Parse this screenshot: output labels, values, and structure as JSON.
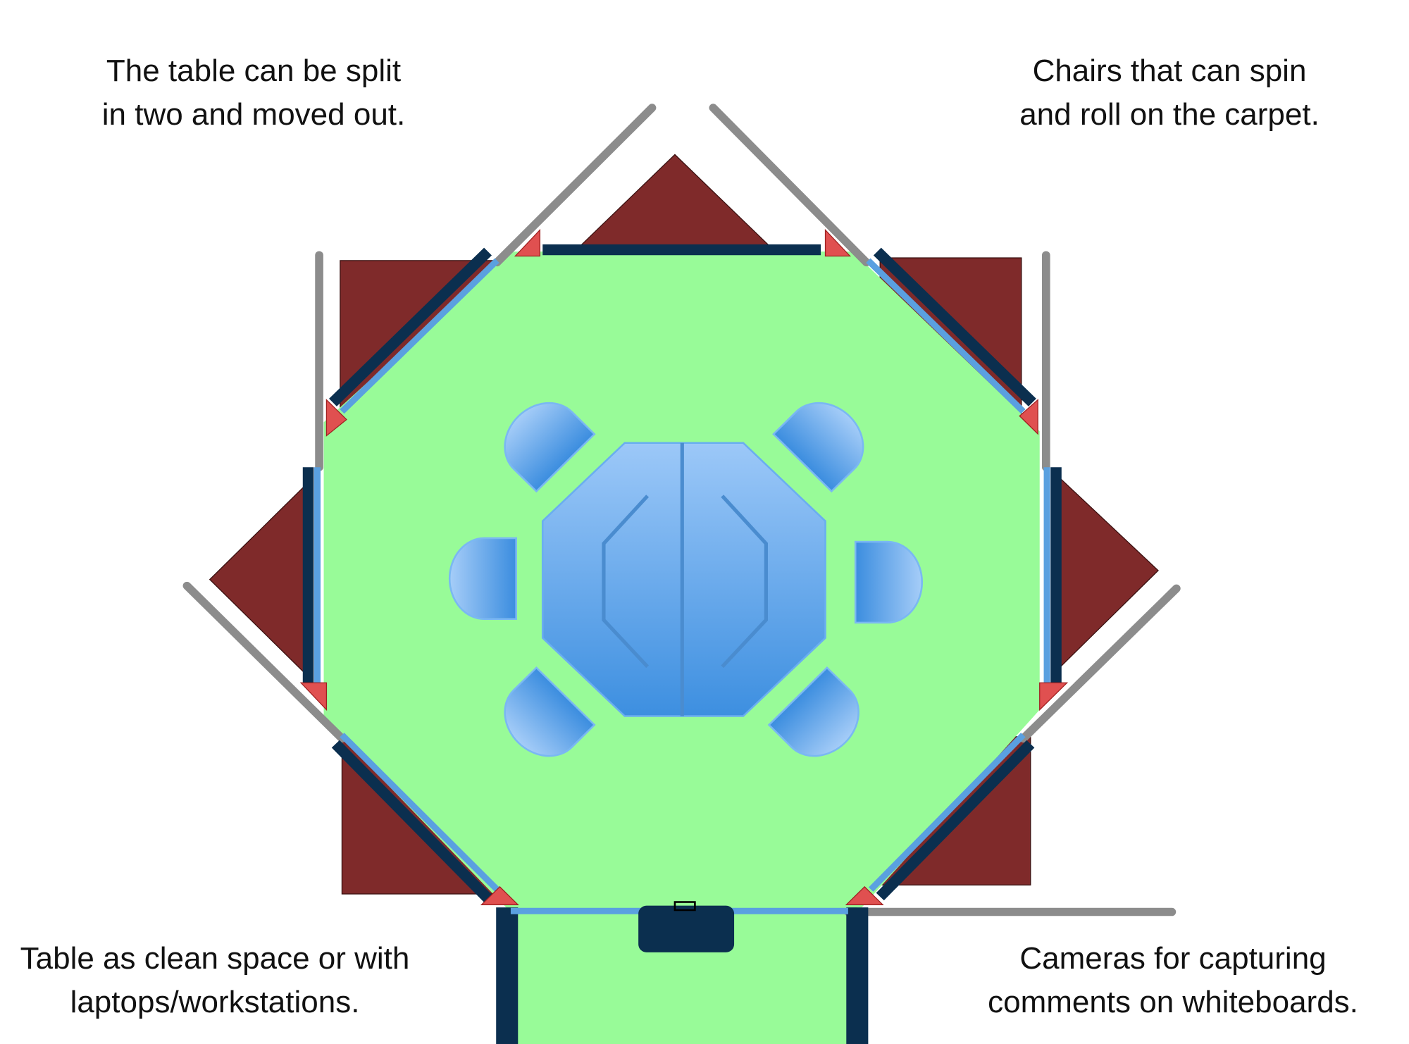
{
  "annotations": {
    "top_left": [
      "The table can be split",
      "in two and moved out."
    ],
    "top_right": [
      "Chairs that can spin",
      "and roll on the carpet."
    ],
    "bottom_left": [
      "Table as clean space or with",
      "laptops/workstations."
    ],
    "bottom_right": [
      "Cameras for capturing",
      "comments on whiteboards."
    ]
  },
  "colors": {
    "floor": "#98fb98",
    "wall_panels": "#7f2a2a",
    "whiteboard_dark": "#0b2f4f",
    "whiteboard_light": "#5aa0e0",
    "rails": "#8c8c8c",
    "hinges": "#e05050",
    "furniture": "#5aa6ea"
  }
}
